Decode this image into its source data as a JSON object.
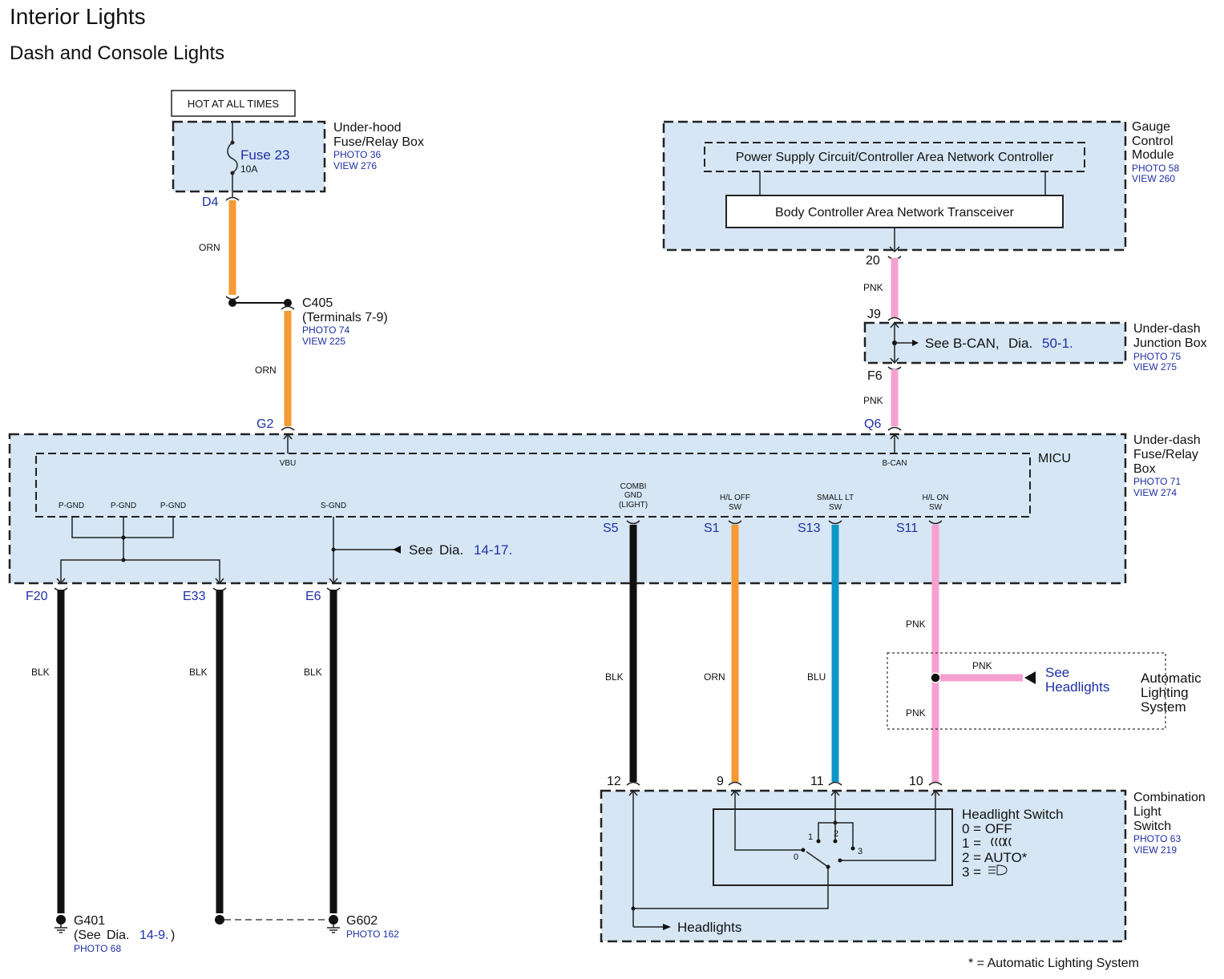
{
  "title": "Interior Lights",
  "subtitle": "Dash and Console Lights",
  "hot_label": "HOT AT ALL TIMES",
  "colors": {
    "orn": "#f59a34",
    "pnk": "#f7a0cf",
    "blk": "#111111",
    "blu": "#0d96c6",
    "box_fill": "#d6e6f5",
    "ref_blue": "#1d2fa6"
  },
  "underhood": {
    "name1": "Under-hood",
    "name2": "Fuse/Relay Box",
    "photo": "PHOTO 36",
    "view": "VIEW 276",
    "fuse": "Fuse 23",
    "amps": "10A",
    "terminal": "D4"
  },
  "c405": {
    "name": "C405",
    "terminals": "(Terminals 7-9)",
    "photo": "PHOTO 74",
    "view": "VIEW 225"
  },
  "gauge": {
    "name1": "Gauge",
    "name2": "Control",
    "name3": "Module",
    "photo": "PHOTO 58",
    "view": "VIEW 260",
    "psu": "Power Supply Circuit/Controller Area Network Controller",
    "transceiver": "Body Controller Area Network Transceiver",
    "terminal": "20"
  },
  "junction": {
    "name1": "Under-dash",
    "name2": "Junction Box",
    "photo": "PHOTO 75",
    "view": "VIEW 275",
    "in_terminal": "J9",
    "out_terminal": "F6",
    "see_text": "See B-CAN,",
    "dia_word": "Dia.",
    "dia_ref": "50-1."
  },
  "micu_box": {
    "name1": "Under-dash",
    "name2": "Fuse/Relay",
    "name3": "Box",
    "photo": "PHOTO 71",
    "view": "VIEW 274",
    "micu": "MICU"
  },
  "pins": {
    "vbu": "VBU",
    "bcan": "B-CAN",
    "pgnd": "P-GND",
    "sgnd": "S-GND",
    "combi1": "COMBI",
    "combi2": "GND",
    "combi3": "(LIGHT)",
    "hloff1": "H/L OFF",
    "hloff2": "SW",
    "smalllt1": "SMALL LT",
    "smalllt2": "SW",
    "hlon1": "H/L ON",
    "hlon2": "SW"
  },
  "terminals": {
    "g2": "G2",
    "q6": "Q6",
    "s5": "S5",
    "s1": "S1",
    "s13": "S13",
    "s11": "S11",
    "f20": "F20",
    "e33": "E33",
    "e6": "E6"
  },
  "see_dia_sgnd": {
    "text": "See",
    "dia_word": "Dia.",
    "ref": "14-17."
  },
  "wire_labels": {
    "orn": "ORN",
    "pnk": "PNK",
    "blk": "BLK",
    "blu": "BLU"
  },
  "auto_box": {
    "see": "See",
    "headlights": "Headlights",
    "name1": "Automatic",
    "name2": "Lighting",
    "name3": "System"
  },
  "combo": {
    "name1": "Combination",
    "name2": "Light",
    "name3": "Switch",
    "photo": "PHOTO 63",
    "view": "VIEW 219",
    "t12": "12",
    "t9": "9",
    "t11": "11",
    "t10": "10",
    "switch_title": "Headlight Switch",
    "pos0": "0 = OFF",
    "pos1": "1 =",
    "pos2": "2 = AUTO*",
    "pos3": "3 =",
    "headlights": "Headlights",
    "n0": "0",
    "n1": "1",
    "n2": "2",
    "n3": "3"
  },
  "grounds": {
    "g401": "G401",
    "g401_see_open": "(See",
    "g401_dia_word": "Dia.",
    "g401_ref": "14-9.",
    "g401_close": ")",
    "g401_photo": "PHOTO 68",
    "g602": "G602",
    "g602_photo": "PHOTO 162"
  },
  "footnote": "* = Automatic Lighting System"
}
